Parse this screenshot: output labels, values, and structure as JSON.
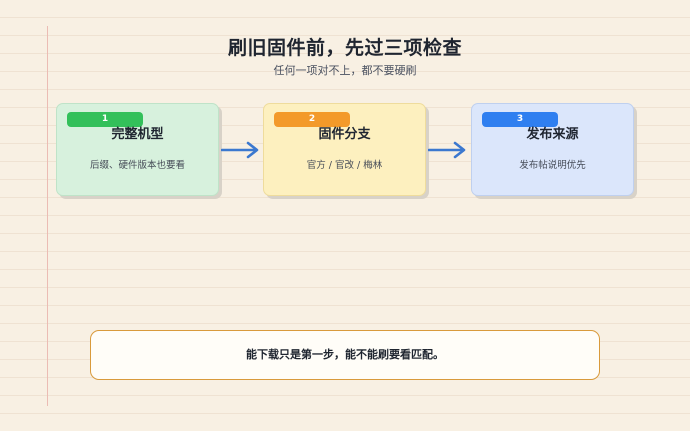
{
  "header": {
    "title": "刷旧固件前，先过三项检查",
    "subtitle": "任何一项对不上，都不要硬刷"
  },
  "steps": [
    {
      "number": "1",
      "title": "完整机型",
      "description": "后缀、硬件版本也要看",
      "color": "#33c05a"
    },
    {
      "number": "2",
      "title": "固件分支",
      "description": "官方 / 官改 / 梅林",
      "color": "#f39a2a"
    },
    {
      "number": "3",
      "title": "发布来源",
      "description": "发布帖说明优先",
      "color": "#2f7ff0"
    }
  ],
  "note": {
    "text": "能下载只是第一步，能不能刷要看匹配。"
  },
  "colors": {
    "arrow": "#3b78cf",
    "note_border": "#d99a3c",
    "background": "#f8f0e3"
  }
}
